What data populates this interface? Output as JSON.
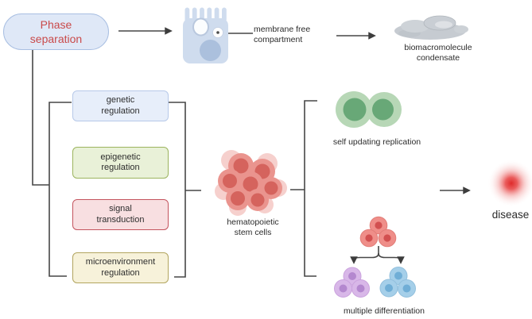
{
  "nodes": {
    "phase_separation": {
      "label": "Phase\nseparation",
      "text_color": "#c94a4a",
      "fill": "#dfe8f7",
      "border": "#a9bfe2"
    },
    "membrane_free_compartment": {
      "label": "membrane free\ncompartment"
    },
    "biomacromolecule_condensate": {
      "label": "biomacromolecule\ncondensate"
    },
    "regulation_factors": [
      {
        "label": "genetic\nregulation",
        "fill": "#e7eefa",
        "border": "#b7c9e9"
      },
      {
        "label": "epigenetic\nregulation",
        "fill": "#e9f1d8",
        "border": "#9cb45e"
      },
      {
        "label": "signal\ntransduction",
        "fill": "#f8dfe1",
        "border": "#c4545e"
      },
      {
        "label": "microenvironment\nregulation",
        "fill": "#f7f2da",
        "border": "#b2a55f"
      }
    ],
    "hematopoietic_stem_cells": {
      "label": "hematopoietic\nstem cells"
    },
    "self_updating_replication": {
      "label": "self updating replication"
    },
    "multiple_differentiation": {
      "label": "multiple differentiation"
    },
    "disease": {
      "label": "disease"
    }
  },
  "colors": {
    "connector": "#474747",
    "label_text": "#2b2b2b",
    "cell_body_blue": "#cfdcee",
    "cell_nucleolus_blue": "#abc0dd",
    "condensate_gray": "#c6cbd1",
    "stem_cell_outer": "#ea948e",
    "stem_cell_inner": "#d5635d",
    "stem_cell_translucent": "#f3bdb8",
    "green_cell_outer": "#b7d7b6",
    "green_cell_inner": "#68a877",
    "diff_red_outer": "#ef8e89",
    "diff_red_inner": "#d25050",
    "diff_purple_outer": "#d8b7e8",
    "diff_purple_inner": "#b488cf",
    "diff_blue_outer": "#a5cfe9",
    "diff_blue_inner": "#70aed6",
    "disease_red": "#e62c2c"
  }
}
